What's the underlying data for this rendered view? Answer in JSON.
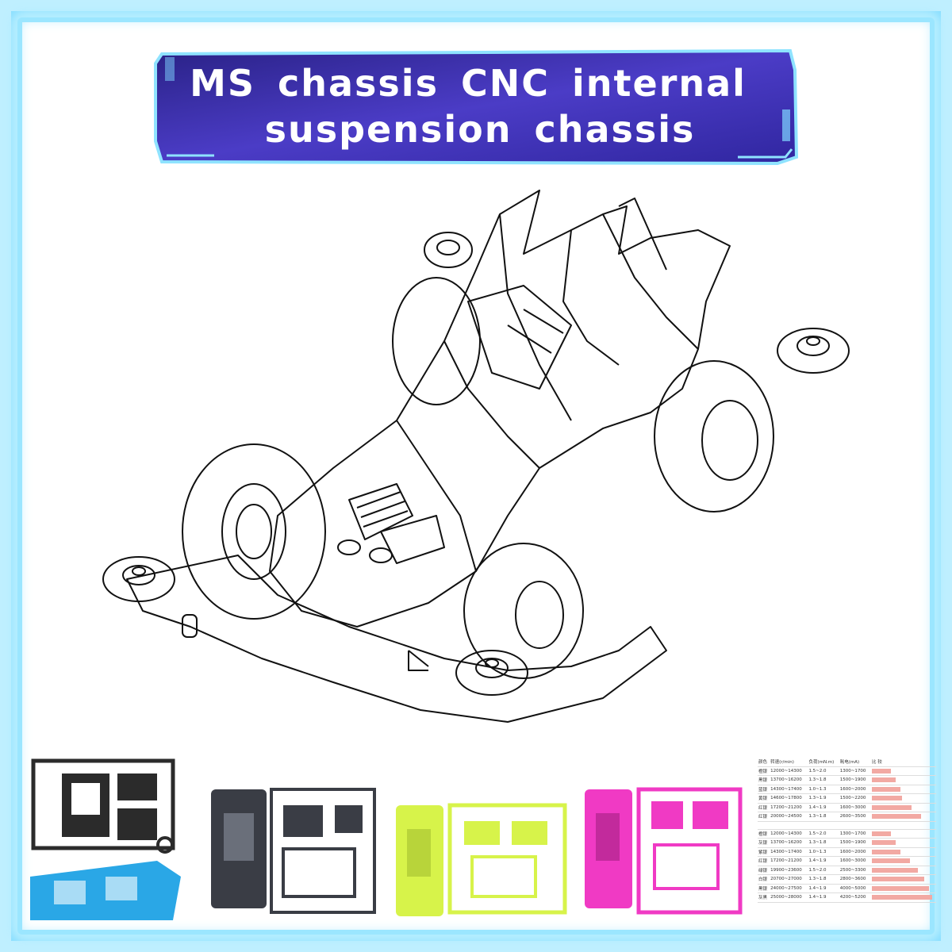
{
  "title": {
    "line1": "MS chassis CNC internal",
    "line2": "suspension chassis"
  },
  "colors": {
    "banner_dark": "#2a2287",
    "banner_light": "#4d3bc8",
    "frame": "#9be6ff",
    "part_black": "#2b2b2b",
    "part_blue": "#2aa7e6",
    "part_dark_gray": "#3a3d45",
    "part_lime": "#d7f34a",
    "part_pink": "#f03ac4"
  },
  "thumbnails": [
    {
      "name": "black-and-blue-parts",
      "icon": "chassis-parts-icon"
    },
    {
      "name": "dark-gray-parts",
      "icon": "chassis-parts-icon"
    },
    {
      "name": "lime-parts",
      "icon": "chassis-parts-icon"
    },
    {
      "name": "pink-parts",
      "icon": "chassis-parts-icon"
    }
  ],
  "spec_table": {
    "headers": [
      "颜色",
      "转速(r/min)",
      "负荷(mN.m)",
      "耗电(mA)",
      "比  较"
    ],
    "group1": [
      {
        "color": "橙银",
        "rpm": "12000~14300",
        "load": "1.5~2.0",
        "current": "1300~1700",
        "bar": 0.3
      },
      {
        "color": "黑银",
        "rpm": "13700~16200",
        "load": "1.3~1.8",
        "current": "1500~1900",
        "bar": 0.38
      },
      {
        "color": "蓝银",
        "rpm": "14300~17400",
        "load": "1.0~1.3",
        "current": "1600~2000",
        "bar": 0.45
      },
      {
        "color": "黄银",
        "rpm": "14600~17800",
        "load": "1.3~1.9",
        "current": "1500~2200",
        "bar": 0.47
      },
      {
        "color": "红银",
        "rpm": "17200~21200",
        "load": "1.4~1.9",
        "current": "1600~3000",
        "bar": 0.62
      },
      {
        "color": "红银",
        "rpm": "20000~24500",
        "load": "1.3~1.8",
        "current": "2600~3500",
        "bar": 0.78
      }
    ],
    "group2": [
      {
        "color": "橙银",
        "rpm": "12000~14300",
        "load": "1.5~2.0",
        "current": "1300~1700",
        "bar": 0.3
      },
      {
        "color": "灰银",
        "rpm": "13700~16200",
        "load": "1.3~1.8",
        "current": "1500~1900",
        "bar": 0.38
      },
      {
        "color": "紫银",
        "rpm": "14300~17400",
        "load": "1.0~1.3",
        "current": "1600~2000",
        "bar": 0.45
      },
      {
        "color": "红银",
        "rpm": "17200~21200",
        "load": "1.4~1.9",
        "current": "1600~3000",
        "bar": 0.6
      },
      {
        "color": "绿银",
        "rpm": "19900~23600",
        "load": "1.5~2.0",
        "current": "2500~3300",
        "bar": 0.72
      },
      {
        "color": "白银",
        "rpm": "20700~27000",
        "load": "1.3~1.8",
        "current": "2800~3600",
        "bar": 0.82
      },
      {
        "color": "黑银",
        "rpm": "24000~27500",
        "load": "1.4~1.9",
        "current": "4000~5000",
        "bar": 0.9
      },
      {
        "color": "灰黑",
        "rpm": "25000~28000",
        "load": "1.4~1.9",
        "current": "4200~5200",
        "bar": 0.95
      }
    ]
  }
}
